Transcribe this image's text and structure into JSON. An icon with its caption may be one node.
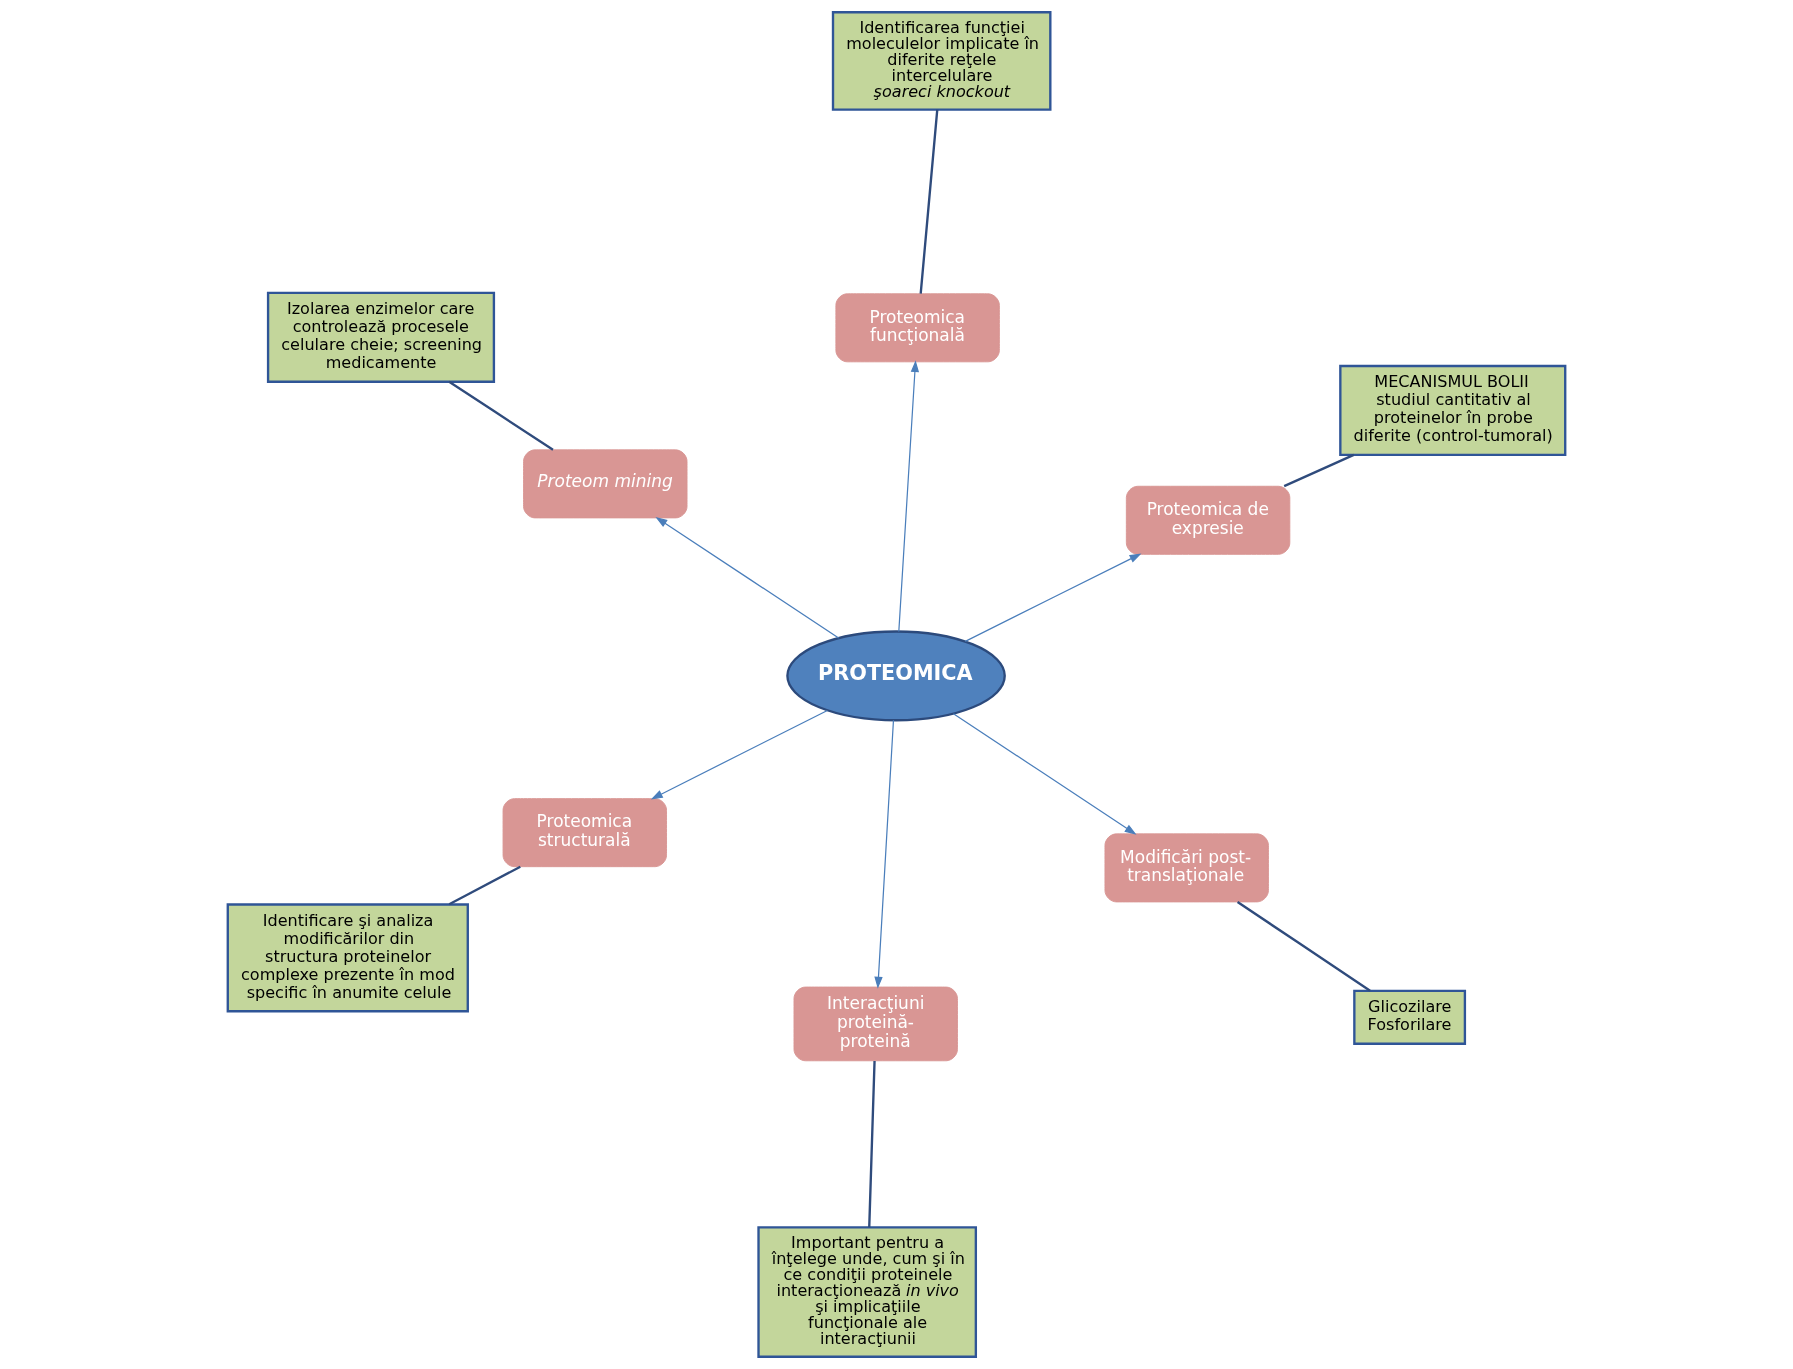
{
  "diagram": {
    "nodes": [
      {
        "text": [
          "PROTEOMICA"
        ]
      },
      {
        "text": [
          "Proteomica de expresie"
        ]
      },
      {
        "text": [
          "Proteomica structurală"
        ]
      },
      {
        "text": [
          "Proteomica funcţională"
        ]
      },
      {
        "text": [
          "Modificări post-translaţionale"
        ]
      },
      {
        "text": [
          "Proteom mining"
        ]
      },
      {
        "text": [
          "Interacţiuni proteină-proteină"
        ]
      },
      {
        "text": [
          "MECANISMUL BOLII",
          "studiul cantitativ al proteinelor în probe diferite (control-tumoral)"
        ]
      },
      {
        "text": [
          "Identificare şi analiza modificărilor din structura proteinelor complexe prezente în mod specific în anumite celule"
        ]
      },
      {
        "text": [
          "Identificarea funcţiei moleculelor implicate în diferite reţele intercelulare",
          "şoareci knockout"
        ]
      },
      {
        "text": [
          "Glicozilare Fosforilare"
        ]
      },
      {
        "text": [
          "Izolarea enzimelor care controlează procesele celulare cheie; screening medicamente"
        ]
      },
      {
        "text": [
          "Important pentru a înţelege unde, cum şi în ce condiţii proteinele interacţionează *in vivo* şi implicaţiile funcţionale ale interacţiunii"
        ]
      }
    ],
    "edges": [
      {
        "from": 0,
        "to": 1,
        "arrow": "to"
      },
      {
        "from": 0,
        "to": 2,
        "arrow": "to"
      },
      {
        "from": 0,
        "to": 3,
        "arrow": "to"
      },
      {
        "from": 0,
        "to": 4,
        "arrow": "to"
      },
      {
        "from": 0,
        "to": 5,
        "arrow": "to"
      },
      {
        "from": 0,
        "to": 6,
        "arrow": "to"
      },
      {
        "from": 1,
        "to": 7,
        "arrow": "none",
        "color": "#2f4b7c"
      },
      {
        "from": 2,
        "to": 8,
        "arrow": "none",
        "color": "#2f4b7c"
      },
      {
        "from": 3,
        "to": 9,
        "arrow": "none",
        "color": "#2f4b7c"
      },
      {
        "from": 4,
        "to": 10,
        "arrow": "none",
        "color": "#2f4b7c"
      },
      {
        "from": 5,
        "to": 11,
        "arrow": "none",
        "color": "#2f4b7c"
      },
      {
        "from": 6,
        "to": 12,
        "arrow": "none",
        "color": "#2f4b7c"
      }
    ]
  }
}
